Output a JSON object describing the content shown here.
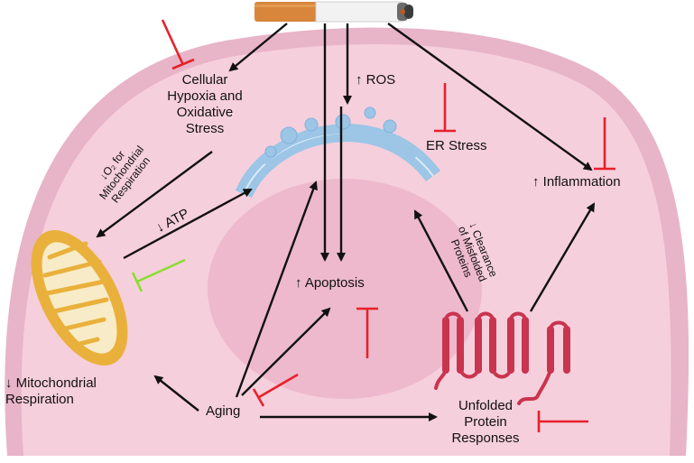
{
  "colors": {
    "cell_outer": "#e8b4c8",
    "cell_fill": "#f6cfdc",
    "nucleus": "#eeb9cc",
    "er": "#9cc5e6",
    "mito": "#e9b13c",
    "protein": "#c9344e",
    "arrow": "#111111",
    "inhibit": "#e8202a",
    "green_inhibit": "#8bdd2f"
  },
  "icons": [
    "cigarette-icon",
    "endoplasmic-reticulum-icon",
    "mitochondrion-icon",
    "unfolded-protein-icon"
  ],
  "labels": {
    "hypoxia": [
      "Cellular",
      "Hypoxia and",
      "Oxidative",
      "Stress"
    ],
    "ros": "↑ ROS",
    "er_stress": "ER Stress",
    "inflammation": "↑ Inflammation",
    "o2_mito": [
      "↓O₂ for",
      "Mitochondrial",
      "Respiration"
    ],
    "atp": "↓ ATP",
    "clearance": [
      "↓ Clearance",
      "of Misfolded",
      "Proteins"
    ],
    "apoptosis": "↑ Apoptosis",
    "mito_resp": [
      "↓ Mitochondrial",
      "Respiration"
    ],
    "aging": "Aging",
    "upr": [
      "Unfolded",
      "Protein",
      "Responses"
    ]
  }
}
